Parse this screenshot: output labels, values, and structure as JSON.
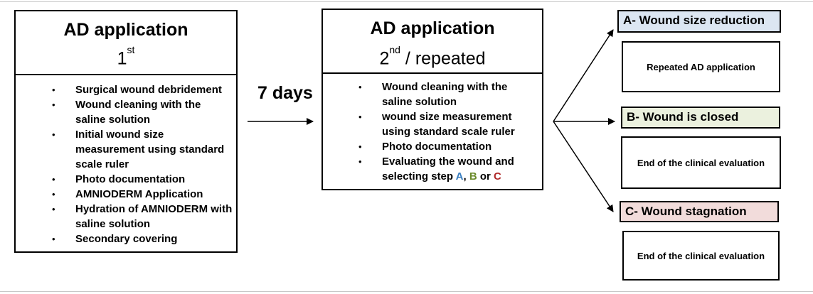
{
  "box1": {
    "title": "AD application",
    "ordinal": "1",
    "ordinal_sup": "st",
    "steps": [
      "Surgical wound debridement",
      "Wound cleaning with the saline solution",
      "Initial wound size measurement using standard scale ruler",
      "Photo documentation",
      "AMNIODERM Application",
      "Hydration of AMNIODERM with saline solution",
      "Secondary covering"
    ]
  },
  "interval": "7 days",
  "box2": {
    "title": "AD application",
    "ordinal": "2",
    "ordinal_sup": "nd",
    "ordinal_suffix": "/ repeated",
    "steps": [
      "Wound cleaning with the saline solution",
      "wound size measurement using standard scale ruler",
      "Photo documentation"
    ],
    "last_step": {
      "text": "Evaluating the wound and selecting step",
      "a": "A",
      "sep1": ",",
      "b": "B",
      "sep2": "or",
      "c": "C"
    }
  },
  "outcomes": [
    {
      "label": "A- Wound size reduction",
      "result": "Repeated AD application",
      "color": "#dce6f2"
    },
    {
      "label": "B- Wound is closed",
      "result": "End of the clinical evaluation",
      "color": "#ebf1de"
    },
    {
      "label": "C- Wound stagnation",
      "result": "End of the clinical evaluation",
      "color": "#f2dcdb"
    }
  ],
  "colors": {
    "step_a": "#3a7fc1",
    "step_b": "#6a8a2a",
    "step_c": "#b02a2a"
  }
}
